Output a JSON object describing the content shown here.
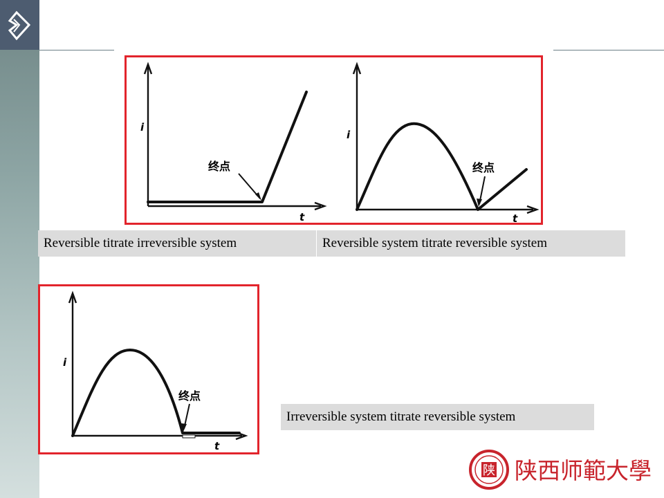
{
  "slide": {
    "panels": [
      {
        "caption": "Reversible titrate  irreversible system",
        "y_label": "i",
        "x_label": "t",
        "endpoint_label": "终点"
      },
      {
        "caption": "Reversible system titrate  reversible system",
        "y_label": "i",
        "x_label": "t",
        "endpoint_label": "终点"
      },
      {
        "caption": "Irreversible system titrate  reversible system",
        "y_label": "i",
        "x_label": "t",
        "endpoint_label": "终点"
      }
    ],
    "university_name": "陕西师範大學",
    "seal_text": "陕"
  },
  "colors": {
    "frame_border": "#e2242c",
    "caption_bg": "#dcdcdc",
    "seal": "#c8242c",
    "sidebar": "#6f8585",
    "logo_box": "#4d5c70"
  }
}
